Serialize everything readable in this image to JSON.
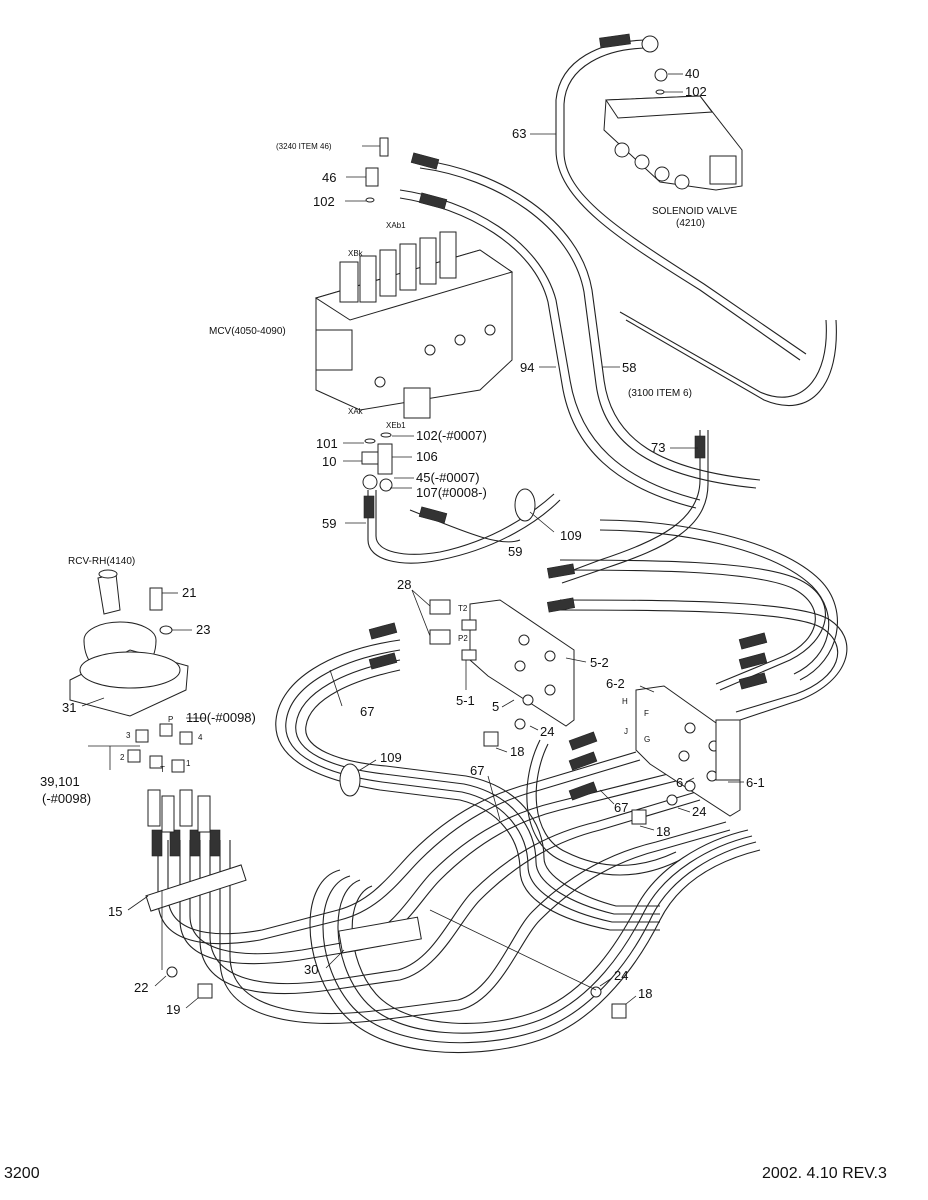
{
  "labels": {
    "p40": "40",
    "p102_top": "102",
    "solenoid": "SOLENOID VALVE",
    "solenoid_no": "(4210)",
    "p63": "63",
    "ref3240": "(3240 ITEM 46)",
    "p46": "46",
    "p102_mcv": "102",
    "xbk": "XBk",
    "xab1": "XAb1",
    "mcv": "MCV(4050-4090)",
    "p94": "94",
    "p58": "58",
    "ref3100": "(3100 ITEM 6)",
    "xak": "XAk",
    "xeb1": "XEb1",
    "p101": "101",
    "p102_0007": "102(-#0007)",
    "p10": "10",
    "p106": "106",
    "p73": "73",
    "p45": "45(-#0007)",
    "p107": "107(#0008-)",
    "p59_left": "59",
    "p59_bot": "59",
    "p109_top": "109",
    "rcv": "RCV-RH(4140)",
    "p21": "21",
    "p28": "28",
    "p23": "23",
    "t2": "T2",
    "p2": "P2",
    "p5_2": "5-2",
    "p6_2": "6-2",
    "p31": "31",
    "p67_top": "67",
    "p5_1": "5-1",
    "p5": "5",
    "p24_mid": "24",
    "p110": "110(-#0098)",
    "port3": "3",
    "portP": "P",
    "port4": "4",
    "port2": "2",
    "portT": "T",
    "port1": "1",
    "p18_mid": "18",
    "p109_mid": "109",
    "p39": "39,101",
    "p39b": "(-#0098)",
    "p67_mid": "67",
    "portH": "H",
    "portF": "F",
    "portJ": "J",
    "portG": "G",
    "p6": "6",
    "p6_1": "6-1",
    "p67_r": "67",
    "p24_r": "24",
    "p18_r": "18",
    "p15": "15",
    "p30": "30",
    "p24_bot": "24",
    "p18_bot": "18",
    "p22": "22",
    "p19": "19"
  },
  "footer": {
    "page": "3200",
    "revision": "2002. 4.10 REV.3"
  }
}
